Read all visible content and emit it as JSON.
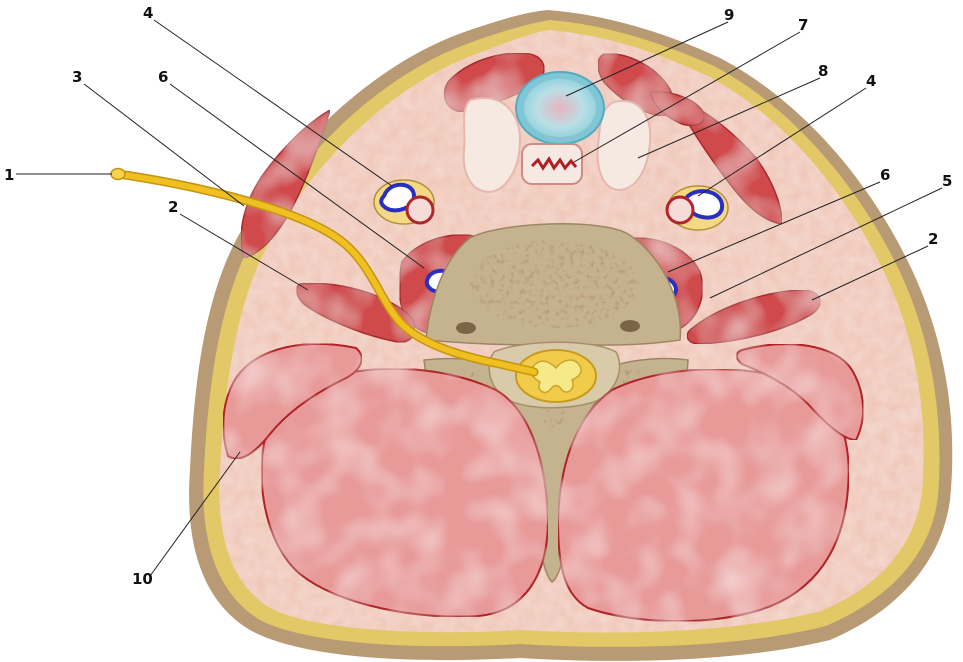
{
  "figure": {
    "colors": {
      "skin": "#b89a74",
      "fat": "#e2c866",
      "soft_tissue": "#f0c7b8",
      "muscle": "#d04a4c",
      "muscle_light": "#e79a98",
      "bone": "#c5b28e",
      "bone_dark": "#8a6b4a",
      "catheter": "#f0c020",
      "vein": "#2a2fc2",
      "artery": "#d8262a",
      "trachea_ring": "#7fc6d6",
      "cartilage": "#f6e9e2",
      "cord": "#f6e98a"
    },
    "labels": [
      {
        "id": "l1",
        "text": "1"
      },
      {
        "id": "l2a",
        "text": "2"
      },
      {
        "id": "l2b",
        "text": "2"
      },
      {
        "id": "l3",
        "text": "3"
      },
      {
        "id": "l4a",
        "text": "4"
      },
      {
        "id": "l4b",
        "text": "4"
      },
      {
        "id": "l5",
        "text": "5"
      },
      {
        "id": "l6a",
        "text": "6"
      },
      {
        "id": "l6b",
        "text": "6"
      },
      {
        "id": "l7",
        "text": "7"
      },
      {
        "id": "l8",
        "text": "8"
      },
      {
        "id": "l9",
        "text": "9"
      },
      {
        "id": "l10",
        "text": "10"
      }
    ]
  }
}
